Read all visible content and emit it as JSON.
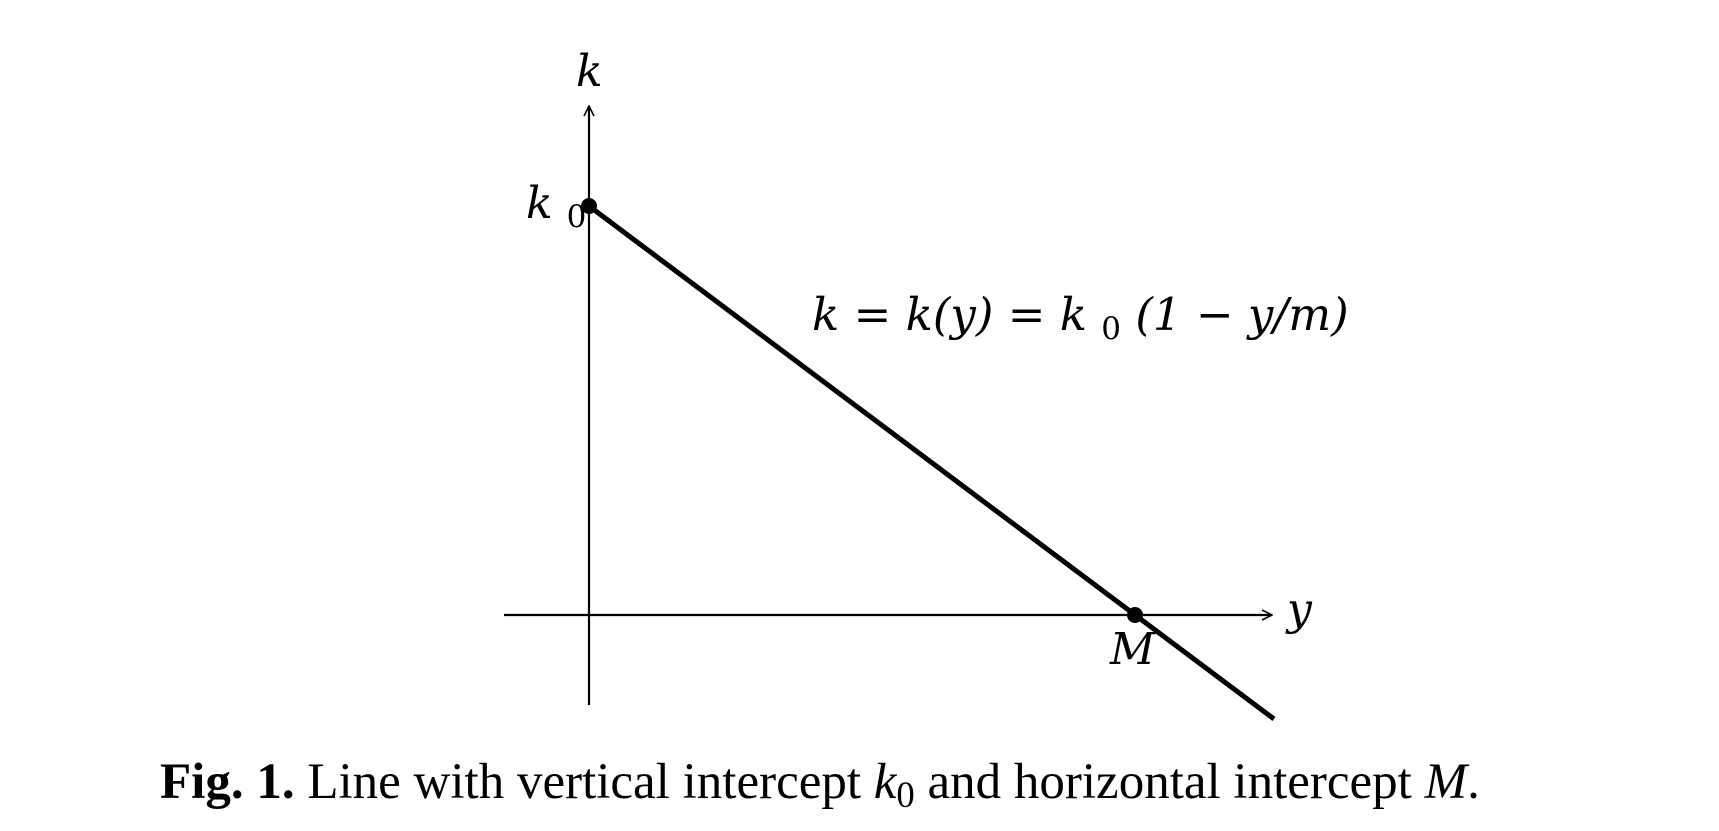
{
  "diagram": {
    "axes": {
      "vertical_label": "k",
      "horizontal_label": "y"
    },
    "line": {
      "vertical_intercept_label_base": "k",
      "vertical_intercept_label_sub": "0",
      "horizontal_intercept_label": "M",
      "equation": {
        "lhs": "k = k(y) = k",
        "sub": "0",
        "rhs": "(1 − y/m)"
      }
    }
  },
  "caption": {
    "lead": "Fig. 1.",
    "text_1": "Line with vertical intercept",
    "symbol_1_base": "k",
    "symbol_1_sub": "0",
    "text_2": "and horizontal intercept",
    "symbol_2": "M",
    "end": "."
  }
}
